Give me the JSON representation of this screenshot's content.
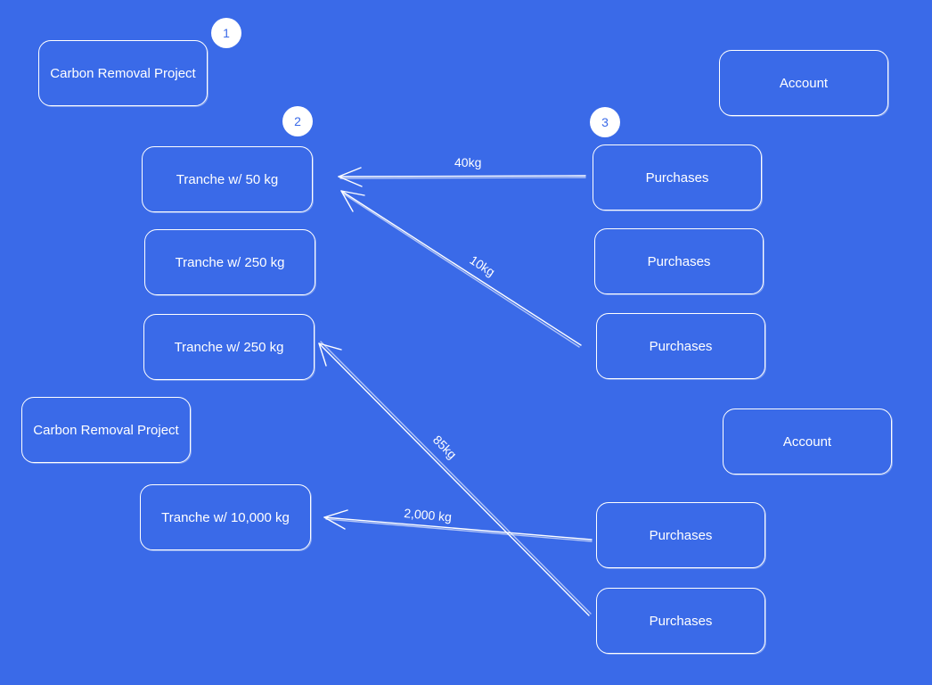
{
  "colors": {
    "background": "#3a6ae8",
    "stroke": "#ffffff",
    "badge_text": "#3a6ae8"
  },
  "badges": [
    "1",
    "2",
    "3"
  ],
  "projects": [
    "Carbon Removal Project",
    "Carbon Removal Project"
  ],
  "tranches": [
    "Tranche w/ 50 kg",
    "Tranche w/ 250 kg",
    "Tranche w/ 250 kg",
    "Tranche w/ 10,000 kg"
  ],
  "accounts": [
    "Account",
    "Account"
  ],
  "purchases": [
    "Purchases",
    "Purchases",
    "Purchases",
    "Purchases",
    "Purchases"
  ],
  "edges": [
    {
      "from": "purchase-1",
      "to": "tranche-1",
      "label": "40kg"
    },
    {
      "from": "purchase-3",
      "to": "tranche-1",
      "label": "10kg"
    },
    {
      "from": "purchase-5",
      "to": "tranche-3",
      "label": "85kg"
    },
    {
      "from": "purchase-4",
      "to": "tranche-4",
      "label": "2,000 kg"
    }
  ]
}
